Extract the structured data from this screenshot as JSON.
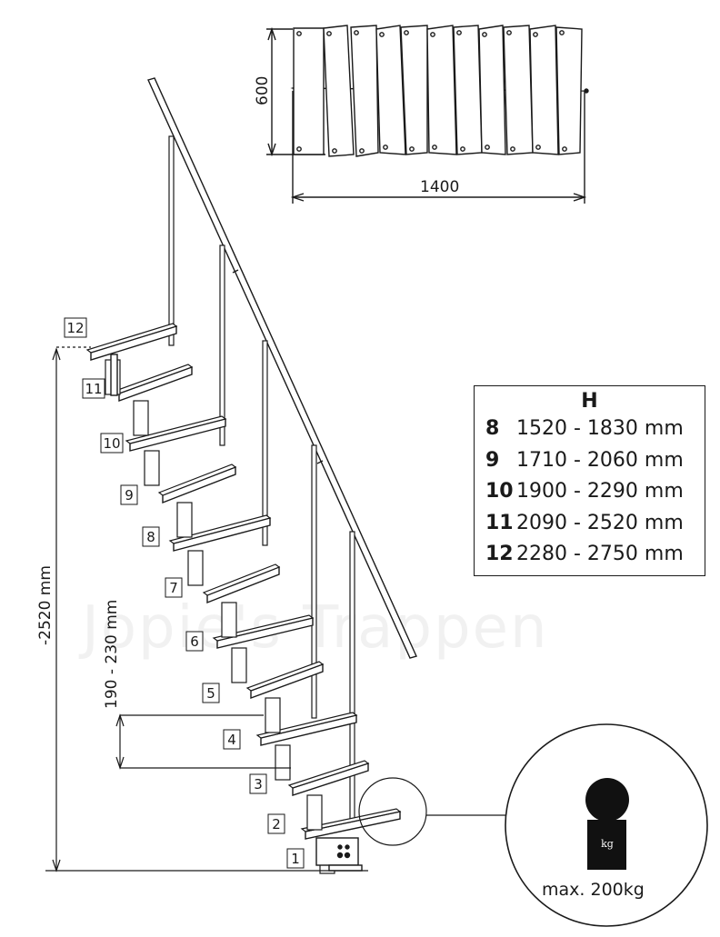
{
  "top_view": {
    "depth_label": "600",
    "width_label": "1400"
  },
  "height_table": {
    "header": "H",
    "rows": [
      {
        "steps": "8",
        "range": "1520 - 1830 mm"
      },
      {
        "steps": "9",
        "range": "1710 - 2060 mm"
      },
      {
        "steps": "10",
        "range": "1900 - 2290 mm"
      },
      {
        "steps": "11",
        "range": "2090 - 2520 mm"
      },
      {
        "steps": "12",
        "range": "2280 - 2750 mm"
      }
    ]
  },
  "dimensions": {
    "total_height": "-2520 mm",
    "step_rise": "190 - 230 mm"
  },
  "step_numbers": [
    "1",
    "2",
    "3",
    "4",
    "5",
    "6",
    "7",
    "8",
    "9",
    "10",
    "11",
    "12"
  ],
  "load": {
    "weight_icon_text": "kg",
    "capacity": "max. 200kg"
  },
  "watermark": "Jopie's Trappen"
}
